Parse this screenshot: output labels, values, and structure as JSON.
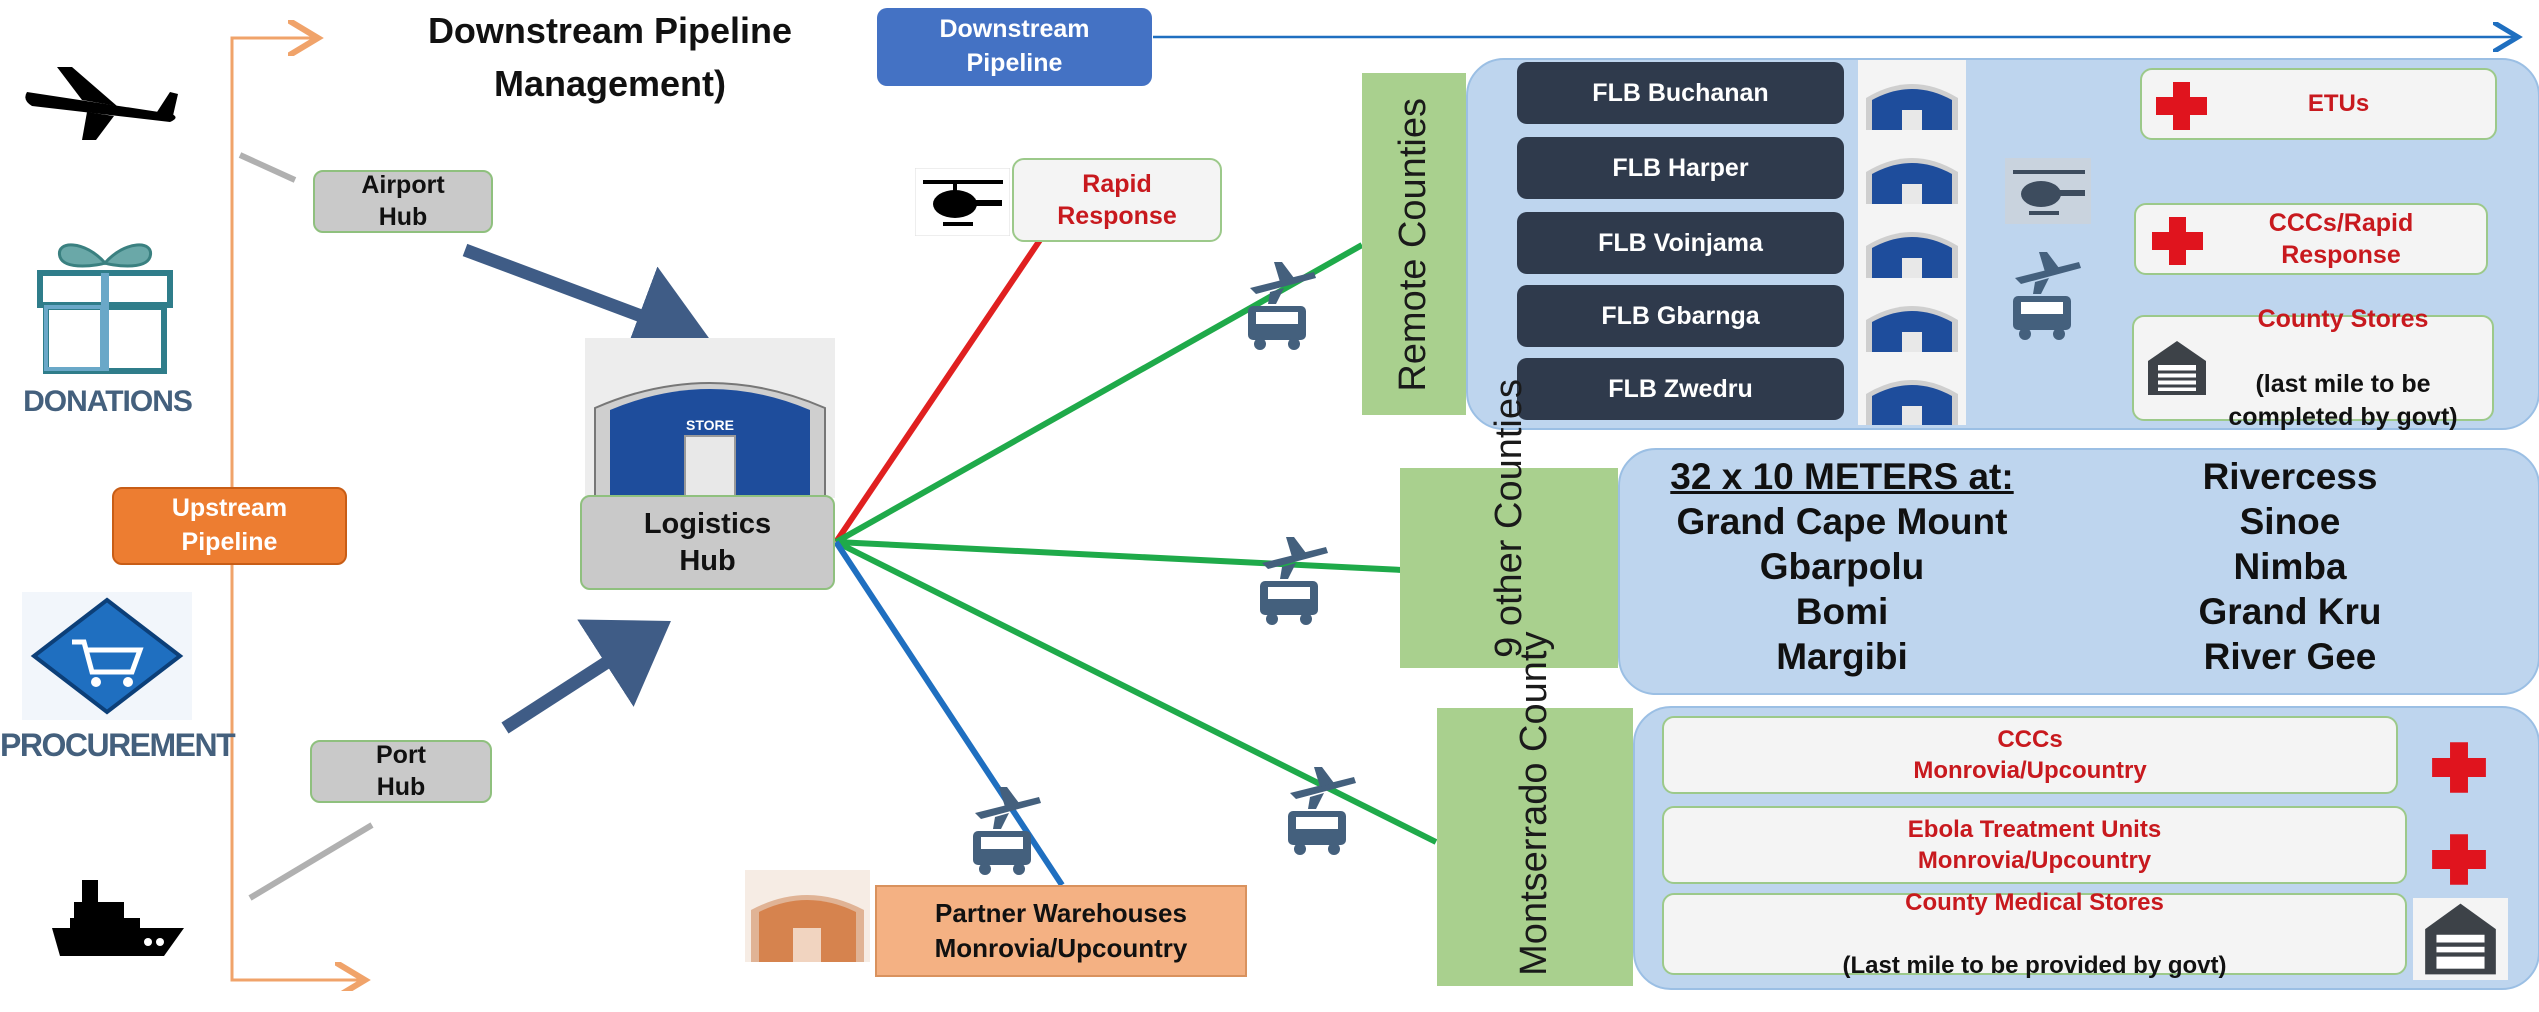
{
  "title": "Downstream Pipeline\nManagement)",
  "downstream_label": "Downstream\nPipeline",
  "upstream_label": "Upstream\nPipeline",
  "airport_hub": "Airport\nHub",
  "port_hub": "Port\nHub",
  "logistics_hub": "Logistics\nHub",
  "store_sign": "STORE",
  "rapid_response": "Rapid\nResponse",
  "partner_warehouses": "Partner Warehouses\nMonrovia/Upcountry",
  "donations_label": "DONATIONS",
  "procurement_label": "PROCUREMENT",
  "remote": {
    "label": "Remote Counties",
    "flbs": [
      "FLB Buchanan",
      "FLB Harper",
      "FLB Voinjama",
      "FLB Gbarnga",
      "FLB Zwedru"
    ],
    "etus": "ETUs",
    "cccs": "CCCs/Rapid\nResponse",
    "county_stores_title": "County Stores",
    "county_stores_sub": "(last mile to be\ncompleted by govt)"
  },
  "nine": {
    "label": "9 other\nCounties",
    "heading": "32 x 10 METERS at:",
    "left": [
      "Grand Cape Mount",
      "Gbarpolu",
      "Bomi",
      "Margibi"
    ],
    "right": [
      "Rivercess",
      "Sinoe",
      "Nimba",
      "Grand Kru",
      "River Gee"
    ]
  },
  "montserrado": {
    "label": "Montserrado\nCounty",
    "cccs": "CCCs\nMonrovia/Upcountry",
    "etu": "Ebola Treatment Units\nMonrovia/Upcountry",
    "cms_title": "County Medical Stores",
    "cms_sub": "(Last mile to be provided by govt)"
  },
  "colors": {
    "green_line": "#1faa4a",
    "red_line": "#e02020",
    "blue_line": "#1f6fc0",
    "orange_line": "#f0a36a",
    "label_green": "#a9d08e",
    "panel_blue": "#bed5ee",
    "flb_dark": "#2f3a4c",
    "icon_blue": "#44607d"
  },
  "icons": [
    "airplane-icon",
    "gift-icon",
    "cart-icon",
    "ship-icon",
    "helicopter-icon",
    "plane-truck-icon",
    "red-cross-icon",
    "garage-icon",
    "warehouse-icon"
  ]
}
